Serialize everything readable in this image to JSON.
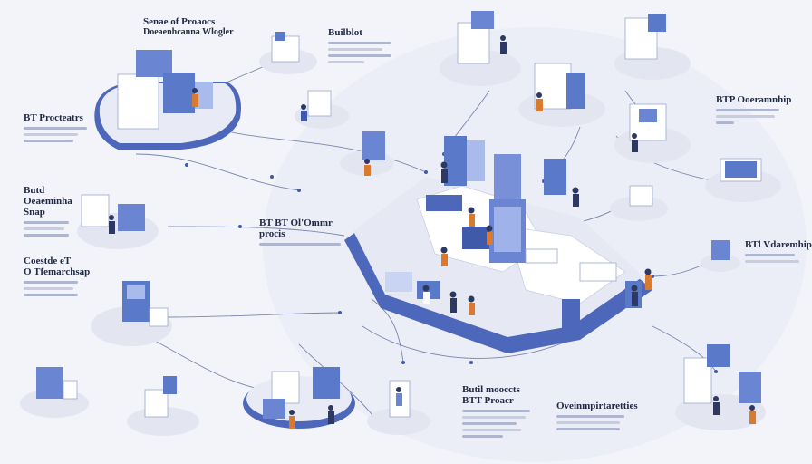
{
  "labels": [
    {
      "id": "top-left",
      "title": "Senae of Proaocs",
      "subtitle": "Doeaenhcanna Wlogler"
    },
    {
      "id": "top-center",
      "title": "Builblot",
      "subtitle": ""
    },
    {
      "id": "left-1",
      "title": "BT Procteatrs",
      "subtitle": ""
    },
    {
      "id": "left-2",
      "title": "Butd",
      "subtitle": "Oeaeminha Snap"
    },
    {
      "id": "left-3",
      "title": "Coestde eT",
      "subtitle": "O Tfemarchsap"
    },
    {
      "id": "center",
      "title": "BT  BT Ol'Ommr procis",
      "subtitle": ""
    },
    {
      "id": "right-1",
      "title": "BTP Ooeramnhip",
      "subtitle": ""
    },
    {
      "id": "right-2",
      "title": "BTl Vdaremhip",
      "subtitle": ""
    },
    {
      "id": "bottom-mid",
      "title": "Butil mooccts",
      "subtitle": "BTT  Proacr"
    },
    {
      "id": "bottom-right",
      "title": "Oveinmpirtaretties",
      "subtitle": ""
    }
  ],
  "colors": {
    "accent": "#5b79c9",
    "accent_dark": "#3f5aa8",
    "platform": "#e4e7f2",
    "line": "#7a86ad"
  }
}
